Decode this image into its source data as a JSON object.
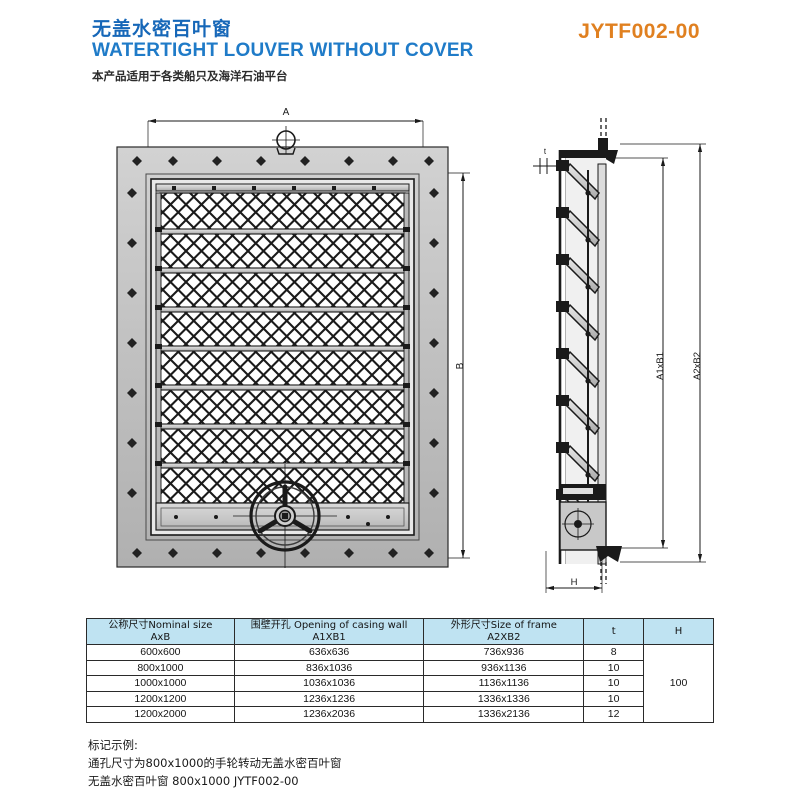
{
  "header": {
    "title_cn": "无盖水密百叶窗",
    "title_en": "WATERTIGHT LOUVER WITHOUT COVER",
    "subtitle_cn": "本产品适用于各类船只及海洋石油平台",
    "product_code": "JYTF002-00",
    "color_cn": "#1667b8",
    "color_en": "#1f7bc8",
    "color_code": "#e08020"
  },
  "drawing": {
    "front_view": {
      "dim_width_label": "A",
      "dim_height_label": "B",
      "handwheel_name": "handwheel"
    },
    "section_view": {
      "dim_inner_label": "A1xB1",
      "dim_outer_label": "A2xB2",
      "dim_depth_label": "H",
      "dim_thickness_label": "t"
    }
  },
  "table": {
    "headers": [
      "公称尺寸Nominal size\nAxB",
      "围壁开孔 Opening of casing wall\nA1XB1",
      "外形尺寸Size of frame\nA2XB2",
      "t",
      "H"
    ],
    "headers_line1": [
      "公称尺寸Nominal size",
      "围壁开孔 Opening of casing wall",
      "外形尺寸Size of frame",
      "t",
      "H"
    ],
    "headers_line2": [
      "AxB",
      "A1XB1",
      "A2XB2",
      "",
      ""
    ],
    "rows": [
      {
        "nominal": "600x600",
        "opening": "636x636",
        "frame": "736x936",
        "t": "8"
      },
      {
        "nominal": "800x1000",
        "opening": "836x1036",
        "frame": "936x1136",
        "t": "10"
      },
      {
        "nominal": "1000x1000",
        "opening": "1036x1036",
        "frame": "1136x1136",
        "t": "10"
      },
      {
        "nominal": "1200x1200",
        "opening": "1236x1236",
        "frame": "1336x1336",
        "t": "10"
      },
      {
        "nominal": "1200x2000",
        "opening": "1236x2036",
        "frame": "1336x2136",
        "t": "12"
      }
    ],
    "h_value": "100",
    "header_bg": "#bfe3f2"
  },
  "notes": {
    "line1": "标记示例:",
    "line2": "通孔尺寸为800x1000的手轮转动无盖水密百叶窗",
    "line3": "无盖水密百叶窗 800x1000 JYTF002-00"
  }
}
